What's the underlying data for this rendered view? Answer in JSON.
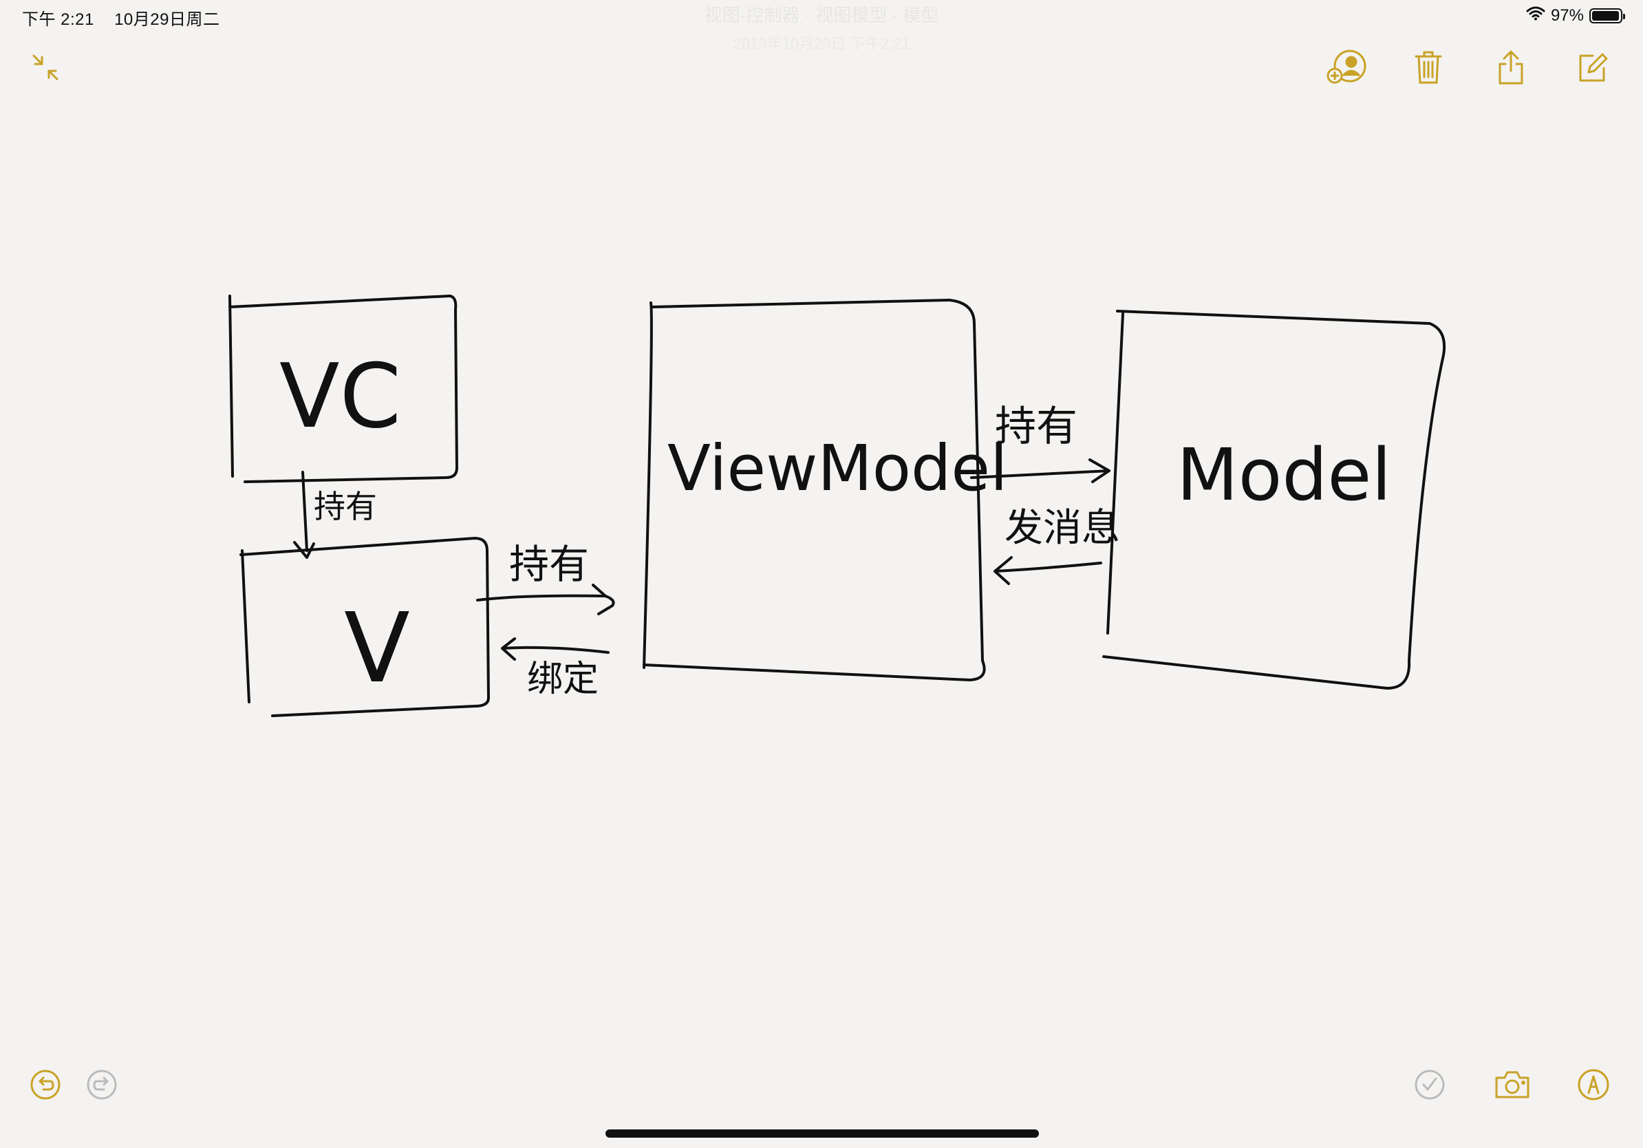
{
  "status_bar": {
    "time": "下午 2:21",
    "date": "10月29日周二",
    "battery_percent": "97%",
    "battery_level": 0.97,
    "wifi_icon": "wifi-icon"
  },
  "header": {
    "faded_title": "视图·控制器 · 视图模型 · 模型",
    "faded_subtitle": "2019年10月29日 下午2:21"
  },
  "toolbar_top": {
    "left": [
      {
        "icon": "collapse-arrows-icon"
      }
    ],
    "right": [
      {
        "icon": "add-people-icon"
      },
      {
        "icon": "trash-icon"
      },
      {
        "icon": "share-icon"
      },
      {
        "icon": "compose-icon"
      }
    ]
  },
  "toolbar_bottom": {
    "left": [
      {
        "icon": "undo-icon"
      },
      {
        "icon": "redo-icon"
      }
    ],
    "right": [
      {
        "icon": "checklist-icon"
      },
      {
        "icon": "camera-icon"
      },
      {
        "icon": "markup-pen-icon"
      }
    ]
  },
  "accent_color": "#c9a227",
  "drawing": {
    "vc_label": "VC",
    "v_label": "V",
    "viewmodel_label": "ViewModel",
    "model_label": "Model",
    "vc_to_v_label": "持有",
    "v_to_vm_label": "持有",
    "vm_to_v_label": "绑定",
    "vm_to_model_label": "持有",
    "model_to_vm_label": "发消息"
  }
}
